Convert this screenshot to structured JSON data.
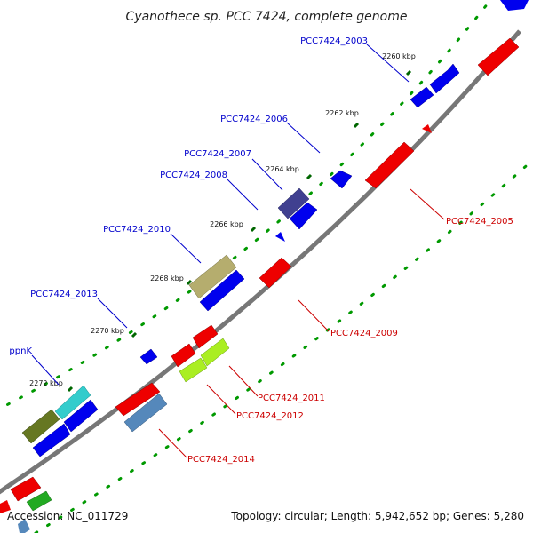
{
  "title": "Cyanothece sp. PCC 7424, complete genome",
  "footer": {
    "accession": "Accession: NC_011729",
    "summary": "Topology: circular; Length: 5,942,652 bp; Genes: 5,280"
  },
  "ticks": [
    "2260 kbp",
    "2262 kbp",
    "2264 kbp",
    "2266 kbp",
    "2268 kbp",
    "2270 kbp",
    "2272 kbp"
  ],
  "labels": {
    "forward": [
      "PCC7424_2003",
      "PCC7424_2006",
      "PCC7424_2007",
      "PCC7424_2008",
      "PCC7424_2010",
      "PCC7424_2013",
      "ppnK"
    ],
    "reverse": [
      "PCC7424_2005",
      "PCC7424_2009",
      "PCC7424_2011",
      "PCC7424_2012",
      "PCC7424_2014"
    ]
  },
  "colors": {
    "forward_label": "#0000cc",
    "reverse_label": "#cc0000",
    "forward_gene": "#0000ee",
    "reverse_gene": "#ee0000",
    "backbone": "#777777",
    "dots": "#009900"
  }
}
